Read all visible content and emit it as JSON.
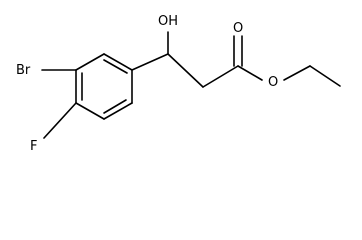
{
  "molecule": {
    "atoms": {
      "bromine": "Br",
      "fluorine": "F",
      "hydroxyl": "OH",
      "carbonyl_oxygen": "O",
      "ester_oxygen": "O"
    }
  }
}
